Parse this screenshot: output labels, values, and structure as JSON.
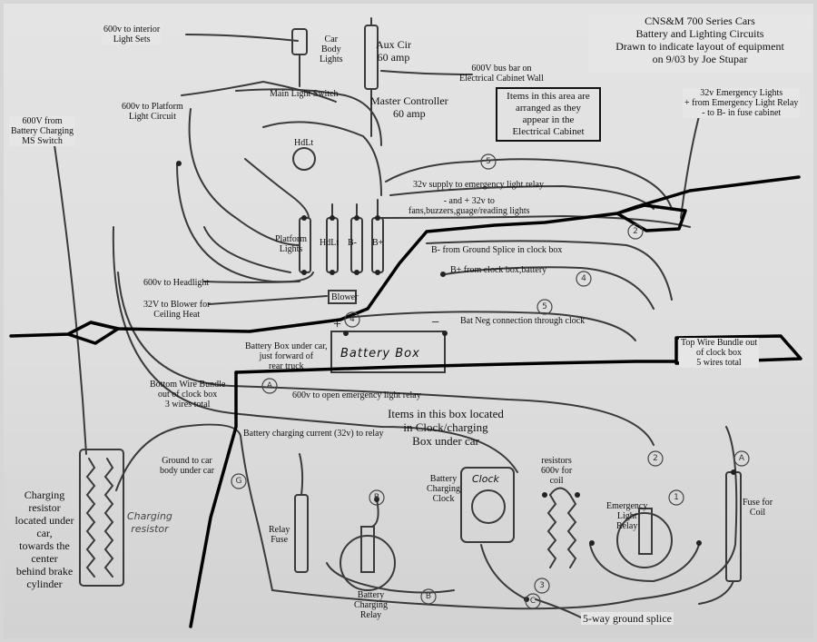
{
  "title": {
    "line1": "CNS&M 700 Series Cars",
    "line2": "Battery and Lighting Circuits",
    "line3": "Drawn to indicate layout of equipment",
    "line4": "on 9/03 by Joe Stupar"
  },
  "note_box": [
    "Items in this area are",
    "arranged as they",
    "appear in the",
    "Electrical Cabinet"
  ],
  "clock_box_note": [
    "Items in this box located",
    "in Clock/charging",
    "Box under car"
  ],
  "labels": {
    "interior_lights": [
      "600v to interior",
      "Light Sets"
    ],
    "car_body_lights": [
      "Car",
      "Body",
      "Lights"
    ],
    "aux_cir": [
      "Aux Cir",
      "60 amp"
    ],
    "bus_bar": [
      "600V bus bar on",
      "Electrical Cabinet Wall"
    ],
    "main_light_switch": "Main Light Switch",
    "master_controller": [
      "Master Controller",
      "60 amp"
    ],
    "platform_light_circuit": [
      "600v to Platform",
      "Light Circuit"
    ],
    "battery_charging_ms": [
      "600V from",
      "Battery Charging",
      "MS Switch"
    ],
    "hdlt_top": "HdLt",
    "emergency_lights": [
      "32v Emergency Lights",
      "+ from Emergency Light Relay",
      "- to B- in fuse cabinet"
    ],
    "supply_32v": "32v supply to emergency light relay",
    "fans": [
      "- and + 32v to",
      "fans,buzzers,guage/reading lights"
    ],
    "platform_lights": [
      "Platform",
      "Lights"
    ],
    "hdlt_fuse": "HdLt",
    "b_minus": "B-",
    "b_plus": "B+",
    "ground_splice": "B- from Ground Splice in clock box",
    "b_plus_clock": "B+ from clock box,battery",
    "headlight": "600v to Headlight",
    "blower_heat": [
      "32V to Blower for",
      "Ceiling Heat"
    ],
    "blower": "Blower",
    "bat_neg": "Bat Neg connection through clock",
    "battery_box_under": [
      "Battery Box under car,",
      "just forward of",
      "rear truck"
    ],
    "battery_box": "Battery Box",
    "top_bundle": [
      "Top Wire Bundle out",
      "of clock box",
      "5 wires total"
    ],
    "bottom_bundle": [
      "Bottom Wire Bundle",
      "out of clock box",
      "3 wires total"
    ],
    "open_emergency": "600v to open emergency light relay",
    "charging_current": "Battery charging current (32v) to relay",
    "ground_body": [
      "Ground to car",
      "body under car"
    ],
    "charging_resistor": [
      "Charging resistor",
      "located under car,",
      "towards the center",
      "behind brake",
      "cylinder"
    ],
    "charging_resistor_hand": [
      "Charging",
      "resistor"
    ],
    "battery_charging_clock": [
      "Battery",
      "Charging",
      "Clock"
    ],
    "clock_word": "Clock",
    "resistors_coil": [
      "resistors",
      "600v for",
      "coil"
    ],
    "emergency_light_relay": [
      "Emergency",
      "Light",
      "Relay"
    ],
    "fuse_for_coil": [
      "Fuse for",
      "Coil"
    ],
    "relay_fuse": [
      "Relay",
      "Fuse"
    ],
    "battery_charging_relay": [
      "Battery",
      "Charging",
      "Relay"
    ],
    "ground_splice_5way": "5-way ground splice"
  },
  "terminal_marks": {
    "plus": "+",
    "minus": "−",
    "n1": "1",
    "n2": "2",
    "n3": "3",
    "n4": "4",
    "n5": "5",
    "a": "A",
    "b": "B",
    "c": "C",
    "g": "G"
  }
}
